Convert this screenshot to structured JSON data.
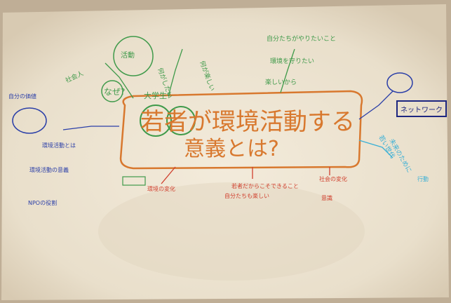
{
  "photo": {
    "central_topic_line1": "若者が環境活動する",
    "central_topic_line2": "意義とは?",
    "top_left_branch": [
      "大学生?",
      "なぜ?",
      "活動",
      "社会人",
      "何がしたい"
    ],
    "top_right_branch": [
      "自分たちがやりたいこと",
      "環境を守りたい",
      "楽しいから",
      "何が楽しい"
    ],
    "left_branch": [
      "自分の価値",
      "環境活動とは",
      "環境活動の意義",
      "NPOの役割"
    ],
    "bottom_branch_orange": [
      "若者だからこそできること",
      "自分たちも楽しい"
    ],
    "bottom_branch_red": [
      "環境の変化",
      "社会の変化",
      "意識"
    ],
    "right_branch_blue": [
      "若い世代",
      "未来のために",
      "行動"
    ],
    "right_box_label": "ネットワーク",
    "colors": {
      "paper": "#efe6d4",
      "orange_frame": "#d8782e",
      "green_ink": "#3f9a4a",
      "blue_ink": "#2b3fa8",
      "red_ink": "#d0402e",
      "cyan_ink": "#3ab0d6",
      "dark_navy": "#1d2680"
    }
  }
}
